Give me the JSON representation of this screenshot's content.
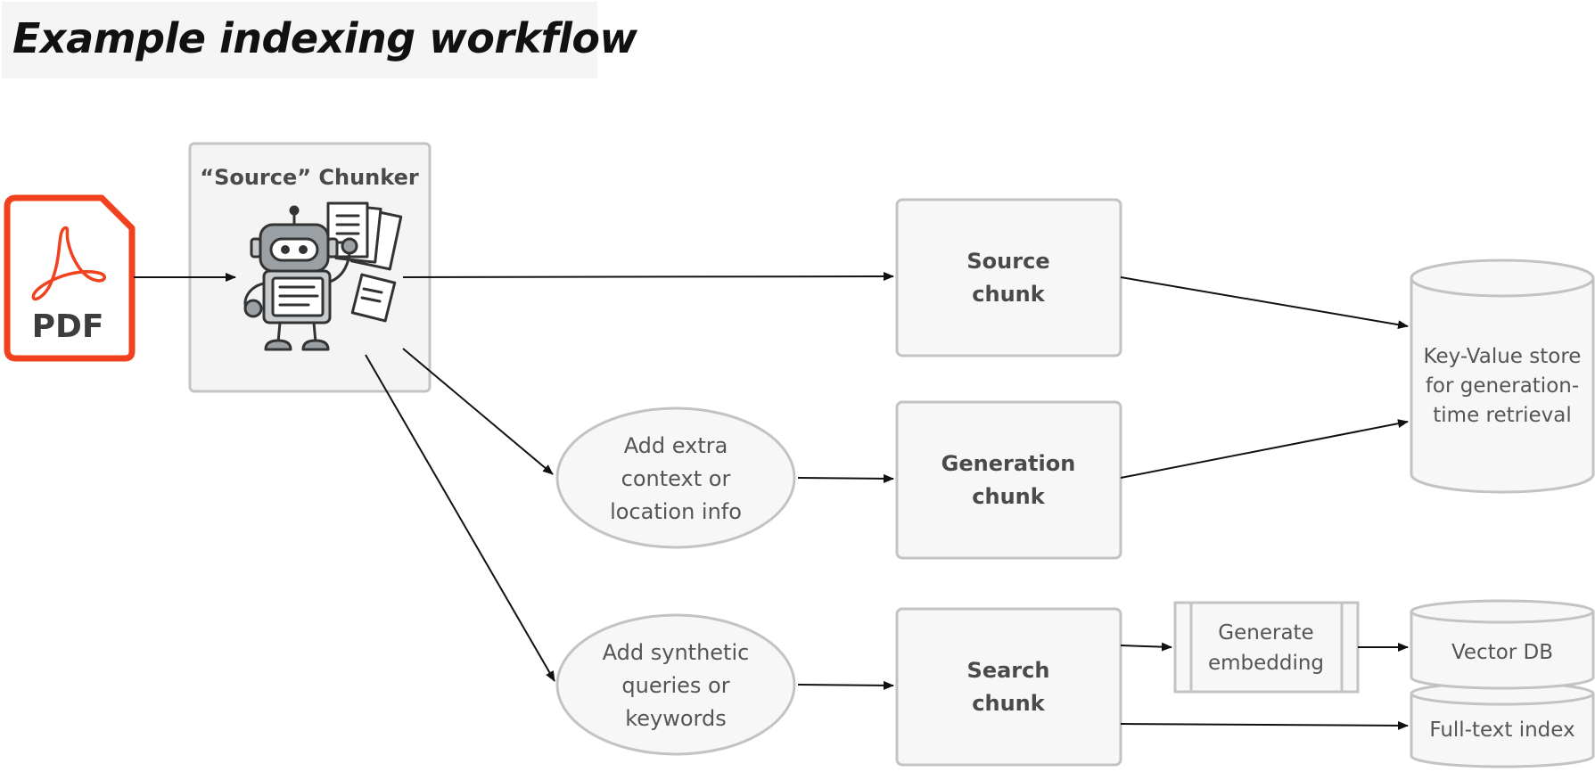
{
  "title": "Example indexing workflow",
  "pdf": {
    "label": "PDF",
    "icon": "pdf-file-icon"
  },
  "chunker": {
    "label": "“Source” Chunker",
    "icon": "robot-with-documents-icon"
  },
  "context_step": {
    "lines": [
      "Add extra",
      "context or",
      "location info"
    ]
  },
  "synthetic_step": {
    "lines": [
      "Add synthetic",
      "queries or",
      "keywords"
    ]
  },
  "source_chunk": {
    "lines": [
      "Source",
      "chunk"
    ]
  },
  "generation_chunk": {
    "lines": [
      "Generation",
      "chunk"
    ]
  },
  "search_chunk": {
    "lines": [
      "Search",
      "chunk"
    ]
  },
  "embedding_step": {
    "lines": [
      "Generate",
      "embedding"
    ]
  },
  "kv_store": {
    "lines": [
      "Key-Value store",
      "for generation-",
      "time retrieval"
    ]
  },
  "vector_db": {
    "label": "Vector DB"
  },
  "fulltext_index": {
    "label": "Full-text index"
  },
  "colors": {
    "pdf_red": "#f1411f",
    "box_border": "#c2c4c4",
    "box_fill": "#f7f7f7",
    "text": "#555555"
  }
}
